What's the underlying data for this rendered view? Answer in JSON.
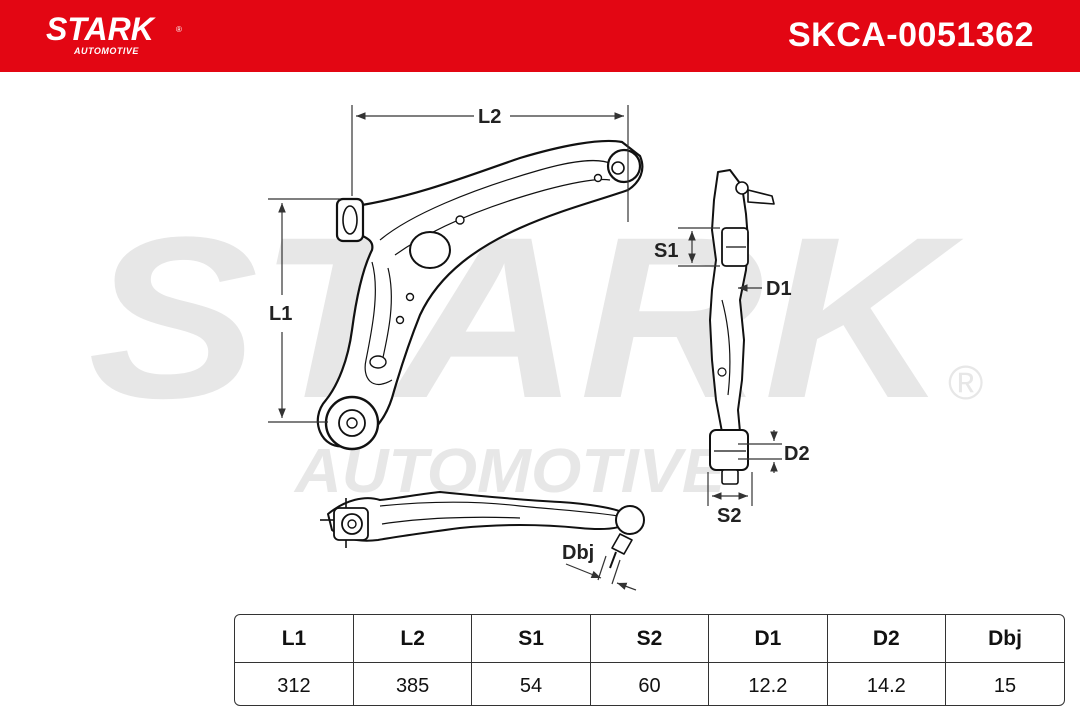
{
  "header": {
    "brand": "STARK",
    "brand_sub": "AUTOMOTIVE",
    "part_number": "SKCA-0051362",
    "accent_color": "#e30613"
  },
  "watermark": {
    "brand": "STARK",
    "sub": "AUTOMOTIVE",
    "registered": "®"
  },
  "diagram": {
    "labels": {
      "l1": "L1",
      "l2": "L2",
      "s1": "S1",
      "s2": "S2",
      "d1": "D1",
      "d2": "D2",
      "dbj": "Dbj"
    }
  },
  "spec_table": {
    "headers": [
      "L1",
      "L2",
      "S1",
      "S2",
      "D1",
      "D2",
      "Dbj"
    ],
    "values": [
      "312",
      "385",
      "54",
      "60",
      "12.2",
      "14.2",
      "15"
    ]
  }
}
